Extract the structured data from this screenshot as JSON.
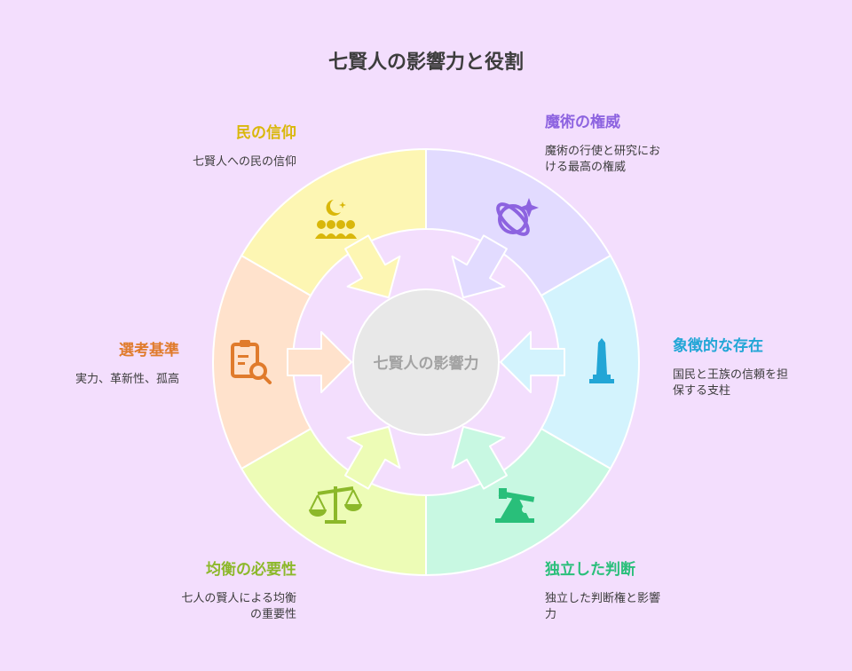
{
  "title": "七賢人の影響力と役割",
  "center_label": "七賢人の影響力",
  "segments": [
    {
      "heading": "魔術の権威",
      "desc": "魔術の行使と研究における最高の権威",
      "color": "#8d63e0",
      "fill": "#e2dbff",
      "icon": "orbit-sparkle-icon"
    },
    {
      "heading": "象徴的な存在",
      "desc": "国民と王族の信頼を担保する支柱",
      "color": "#22a6d6",
      "fill": "#d3f3fd",
      "icon": "monument-icon"
    },
    {
      "heading": "独立した判断",
      "desc": "独立した判断権と影響力",
      "color": "#29bf7a",
      "fill": "#c8f8e2",
      "icon": "oil-pump-icon"
    },
    {
      "heading": "均衡の必要性",
      "desc": "七人の賢人による均衡の重要性",
      "color": "#8cb82a",
      "fill": "#edfcb6",
      "icon": "scales-icon"
    },
    {
      "heading": "選考基準",
      "desc": "実力、革新性、孤高",
      "color": "#e07b2c",
      "fill": "#ffe2cc",
      "icon": "clipboard-search-icon"
    },
    {
      "heading": "民の信仰",
      "desc": "七賢人への民の信仰",
      "color": "#d9b70a",
      "fill": "#fdf6b3",
      "icon": "crescent-people-icon"
    }
  ],
  "center_fill": "#e8e8e8"
}
